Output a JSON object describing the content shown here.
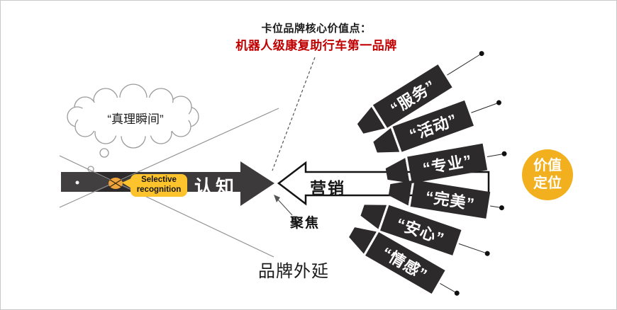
{
  "title": {
    "line1": "卡位品牌核心价值点：",
    "line2": "机器人级康复助行车第一品牌"
  },
  "thought": {
    "label": "“真理瞬间”"
  },
  "cognition_arrow": {
    "label": "认知"
  },
  "selective_bubble": {
    "line1": "Selective",
    "line2": "recognition"
  },
  "marketing_arrow": {
    "label": "营销"
  },
  "focus": {
    "label": "聚焦"
  },
  "brand_extension": {
    "label": "品牌外延"
  },
  "banners": [
    {
      "label": "“服务”"
    },
    {
      "label": "“活动”"
    },
    {
      "label": "“专业”"
    },
    {
      "label": "“完美”"
    },
    {
      "label": "“安心”"
    },
    {
      "label": "“情感”"
    }
  ],
  "value_badge": {
    "line1": "价值",
    "line2": "定位"
  },
  "colors": {
    "accent_red": "#C00000",
    "bubble_yellow": "#FDC32C",
    "badge_yellow": "#F2B01F",
    "shape_black": "#2D2A2B"
  }
}
